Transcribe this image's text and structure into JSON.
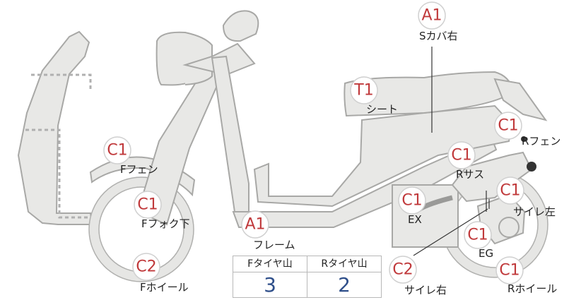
{
  "badges": {
    "s_cover_right": "A1",
    "seat": "T1",
    "r_fender": "C1",
    "r_sus": "C1",
    "f_fender": "C1",
    "f_fork_lower": "C1",
    "frame": "A1",
    "ex": "C1",
    "muffler_left": "C1",
    "eg": "C1",
    "f_wheel": "C2",
    "muffler_right": "C2",
    "r_wheel": "C1"
  },
  "labels": {
    "s_cover_right": "Sカバ右",
    "seat": "シート",
    "r_fender": "Rフェン",
    "r_sus": "Rサス",
    "f_fender": "Fフェン",
    "f_fork_lower": "Fフォク下",
    "frame": "フレーム",
    "ex": "EX",
    "muffler_left": "サイレ左",
    "eg": "EG",
    "f_wheel": "Fホイール",
    "muffler_right": "サイレ右",
    "r_wheel": "Rホイール"
  },
  "tire_table": {
    "headers": [
      "Fタイヤ山",
      "Rタイヤ山"
    ],
    "values": [
      "3",
      "2"
    ]
  }
}
